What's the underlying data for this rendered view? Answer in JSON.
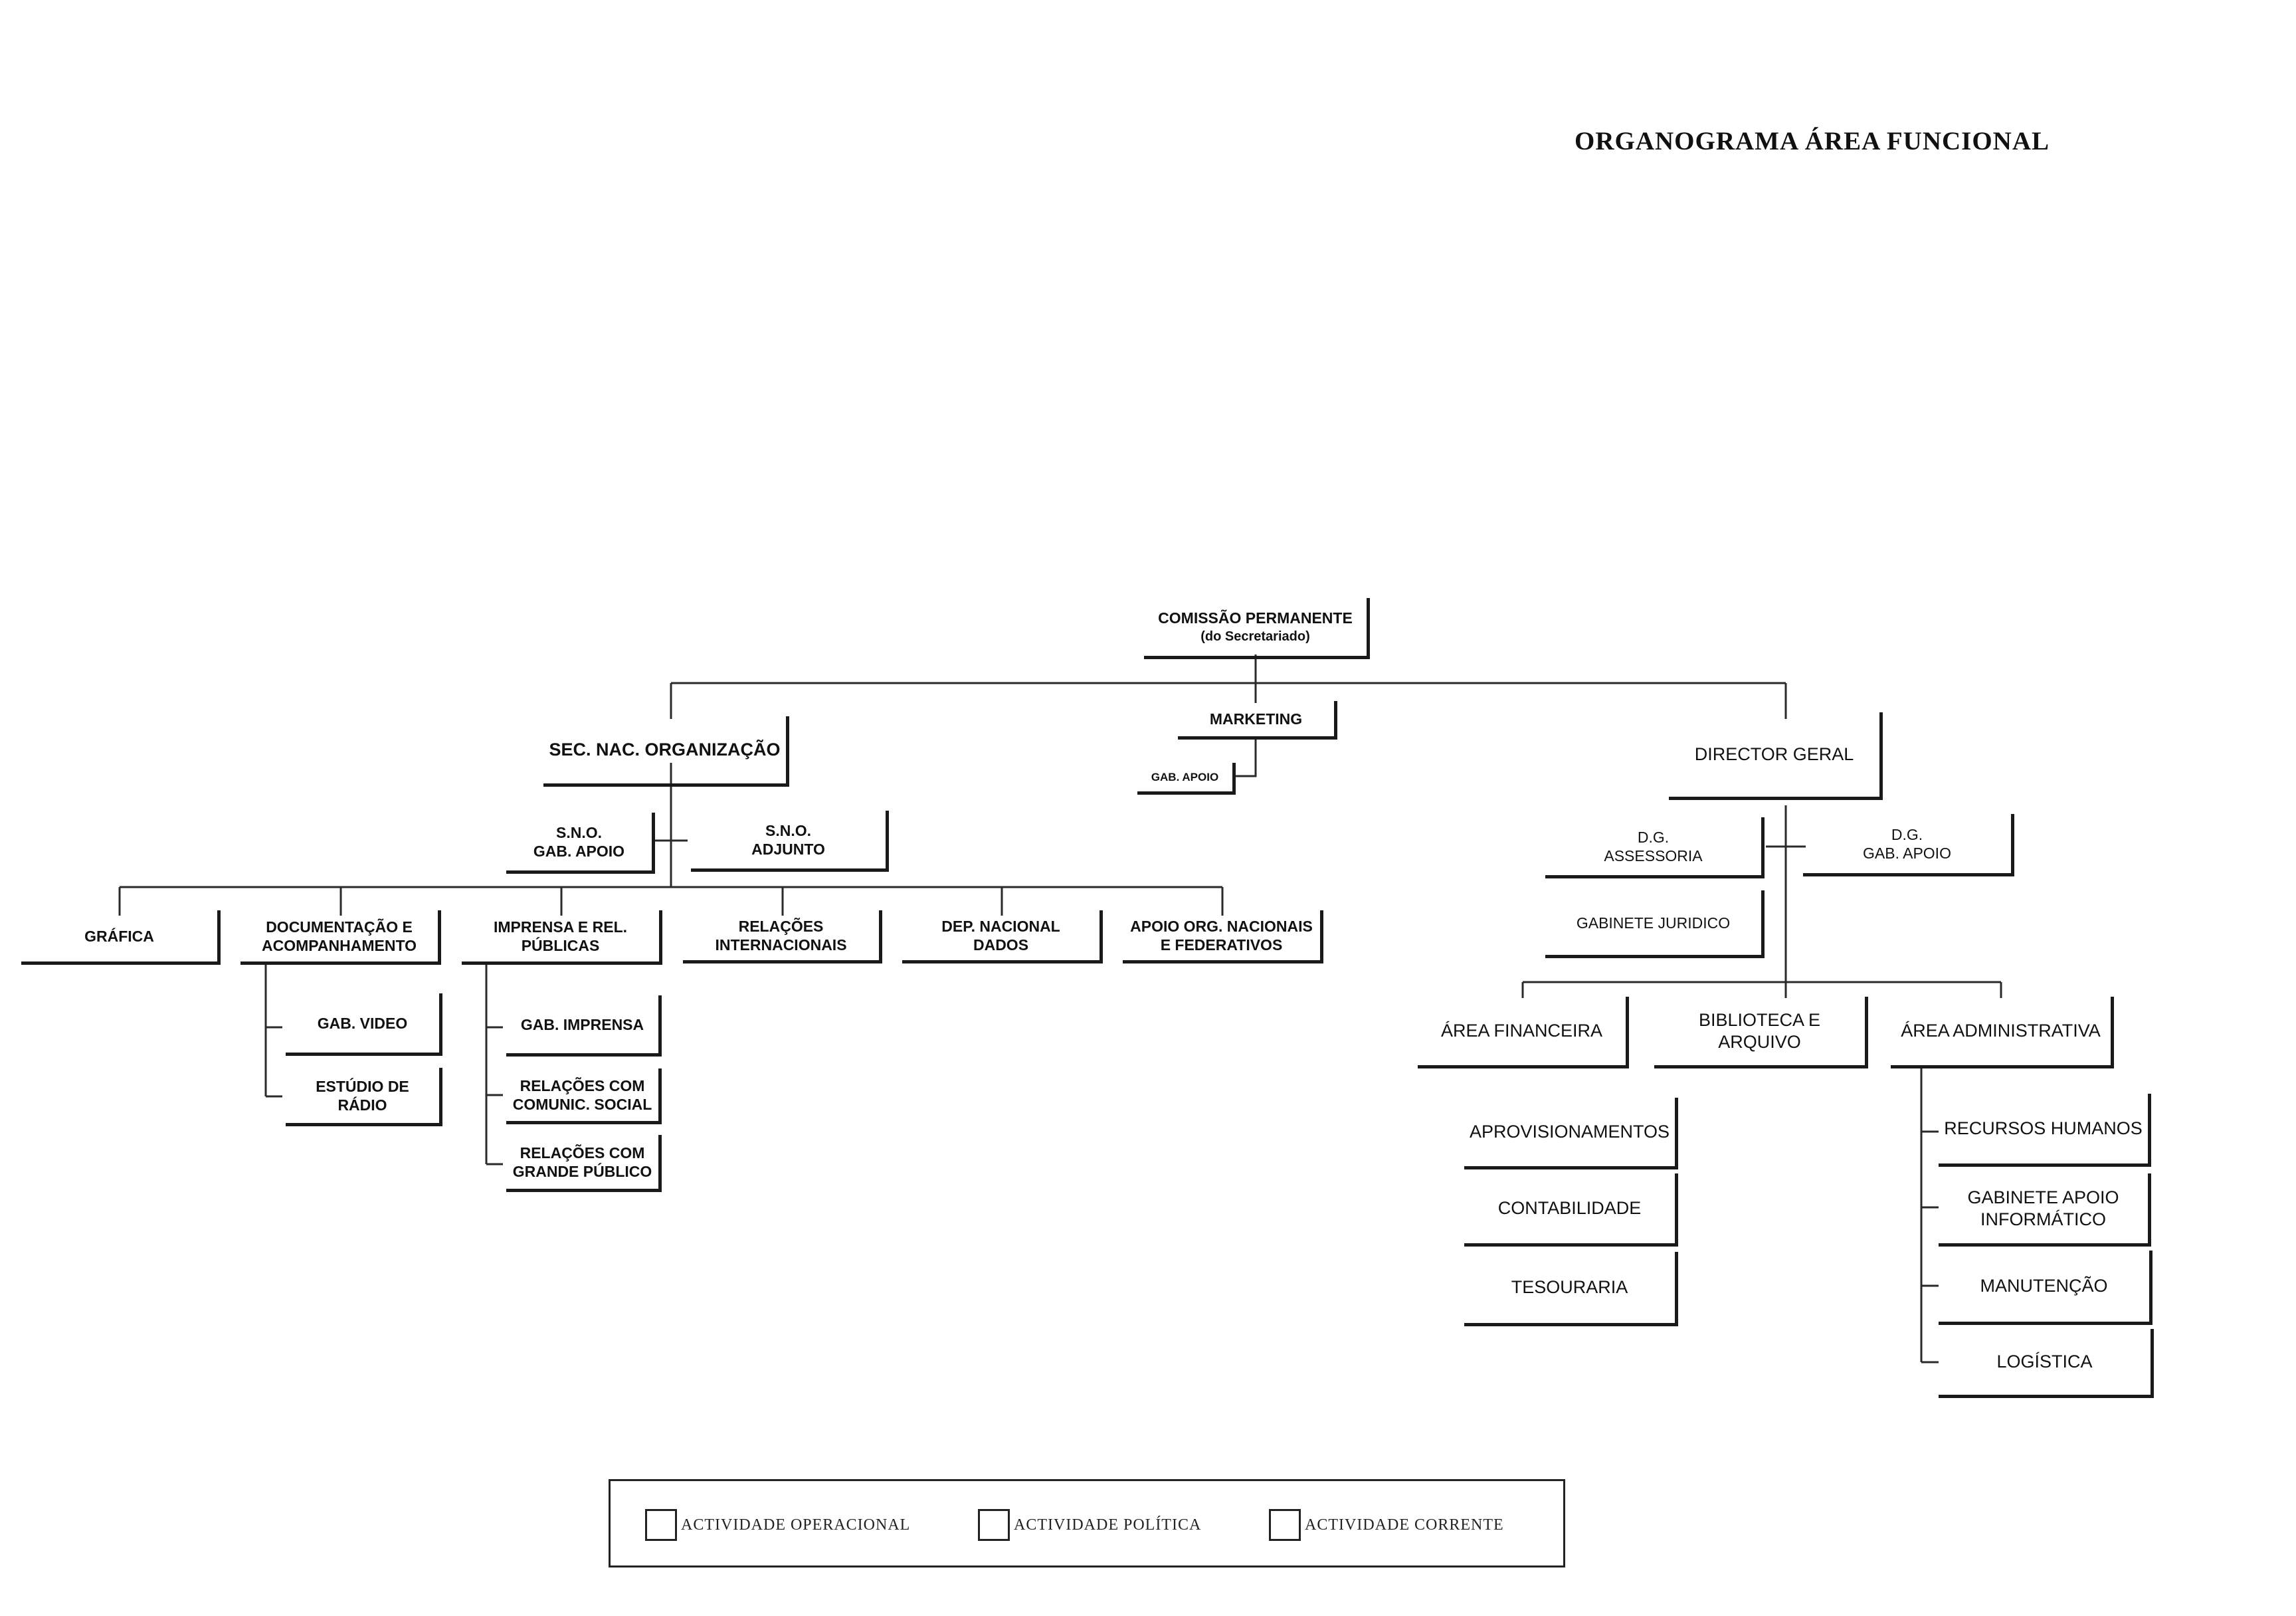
{
  "title": "ORGANOGRAMA ÁREA FUNCIONAL",
  "nodes": {
    "comissao": [
      "COMISSÃO PERMANENTE",
      "(do Secretariado)"
    ],
    "marketing": [
      "MARKETING"
    ],
    "mkt_gab_apoio": [
      "GAB. APOIO"
    ],
    "sec_nac": [
      "SEC. NAC. ORGANIZAÇÃO"
    ],
    "director": [
      "DIRECTOR GERAL"
    ],
    "sno_gab": [
      "S.N.O.",
      "GAB. APOIO"
    ],
    "sno_adj": [
      "S.N.O.",
      "ADJUNTO"
    ],
    "grafica": [
      "GRÁFICA"
    ],
    "documentacao": [
      "DOCUMENTAÇÃO E",
      "ACOMPANHAMENTO"
    ],
    "imprensa": [
      "IMPRENSA E REL.",
      "PÚBLICAS"
    ],
    "relacoes_int": [
      "RELAÇÕES",
      "INTERNACIONAIS"
    ],
    "dep_nac": [
      "DEP. NACIONAL",
      "DADOS"
    ],
    "apoio_org": [
      "APOIO ORG. NACIONAIS",
      "E FEDERATIVOS"
    ],
    "gab_video": [
      "GAB.  VIDEO"
    ],
    "estudio": [
      "ESTÚDIO DE",
      "RÁDIO"
    ],
    "gab_imprensa": [
      "GAB. IMPRENSA"
    ],
    "rel_com_social": [
      "RELAÇÕES COM",
      "COMUNIC. SOCIAL"
    ],
    "rel_grande": [
      "RELAÇÕES COM",
      "GRANDE PÚBLICO"
    ],
    "dg_assessoria": [
      "D.G.",
      "ASSESSORIA"
    ],
    "dg_gab": [
      "D.G.",
      "GAB. APOIO"
    ],
    "gab_juridico": [
      "GABINETE JURIDICO"
    ],
    "area_fin": [
      "ÁREA FINANCEIRA"
    ],
    "biblioteca": [
      "BIBLIOTECA E",
      "ARQUIVO"
    ],
    "area_adm": [
      "ÁREA ADMINISTRATIVA"
    ],
    "aprov": [
      "APROVISIONAMENTOS"
    ],
    "contab": [
      "CONTABILIDADE"
    ],
    "tesouraria": [
      "TESOURARIA"
    ],
    "recursos": [
      "RECURSOS  HUMANOS"
    ],
    "gab_info": [
      "GABINETE APOIO",
      "INFORMÁTICO"
    ],
    "manutencao": [
      "MANUTENÇÃO"
    ],
    "logistica": [
      "LOGÍSTICA"
    ]
  },
  "legend": [
    "ACTIVIDADE OPERACIONAL",
    "ACTIVIDADE POLÍTICA",
    "ACTIVIDADE CORRENTE"
  ]
}
